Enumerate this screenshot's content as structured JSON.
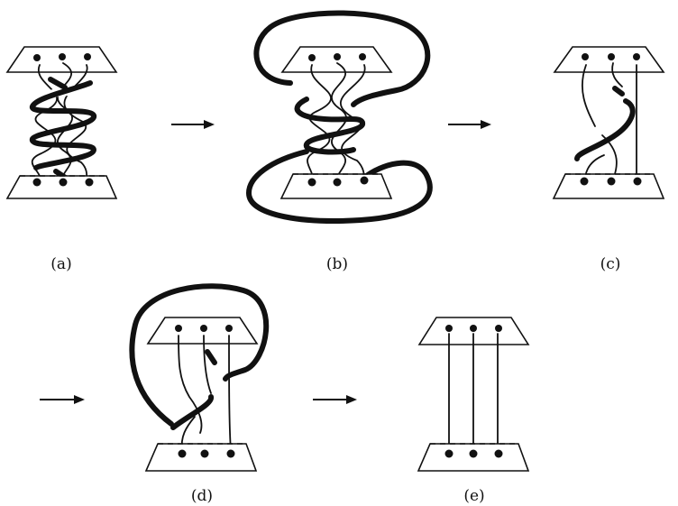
{
  "panels": [
    {
      "id": "a",
      "label": "(a)"
    },
    {
      "id": "b",
      "label": "(b)"
    },
    {
      "id": "c",
      "label": "(c)"
    },
    {
      "id": "d",
      "label": "(d)"
    },
    {
      "id": "e",
      "label": "(e)"
    }
  ],
  "arrows": [
    "a-to-b",
    "b-to-c",
    "c-to-d",
    "d-to-e"
  ],
  "colors": {
    "ink": "#111111",
    "background": "#ffffff"
  }
}
